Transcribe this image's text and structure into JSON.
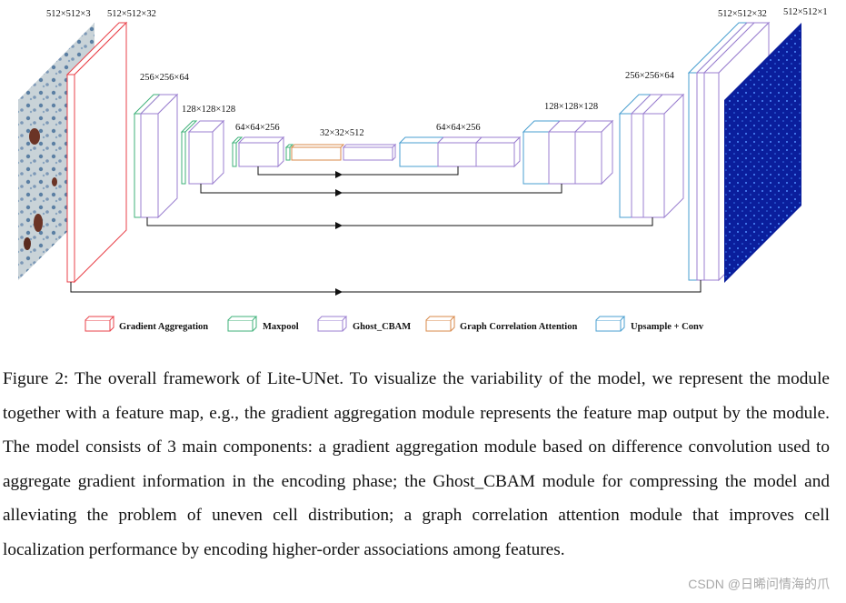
{
  "figure": {
    "dims": {
      "input": "512×512×3",
      "ga": "512×512×32",
      "enc1": "256×256×64",
      "enc2": "128×128×128",
      "enc3": "64×64×256",
      "bottleneck": "32×32×512",
      "dec3": "64×64×256",
      "dec2": "128×128×128",
      "dec1": "256×256×64",
      "dec0": "512×512×32",
      "output": "512×512×1"
    },
    "legend": [
      {
        "label": "Gradient Aggregation",
        "color": "#e8424a"
      },
      {
        "label": "Maxpool",
        "color": "#3fb27a"
      },
      {
        "label": "Ghost_CBAM",
        "color": "#9b7fd0"
      },
      {
        "label": "Graph Correlation Attention",
        "color": "#d8894a"
      },
      {
        "label": "Upsample + Conv",
        "color": "#4a9fd0"
      }
    ]
  },
  "caption": {
    "text": "Figure 2: The overall framework of Lite-UNet. To visualize the variability of the model, we represent the module together with a feature map, e.g., the gradient aggregation module represents the feature map output by the module. The model consists of 3 main components: a gradient aggregation module based on difference convolution used to aggregate gradient information in the encoding phase; the Ghost_CBAM module for compressing the model and alleviating the problem of uneven cell distribution; a graph correlation attention module that improves cell localization performance by encoding higher-order associations among features."
  },
  "watermark": "CSDN @日晞问情海的爪"
}
